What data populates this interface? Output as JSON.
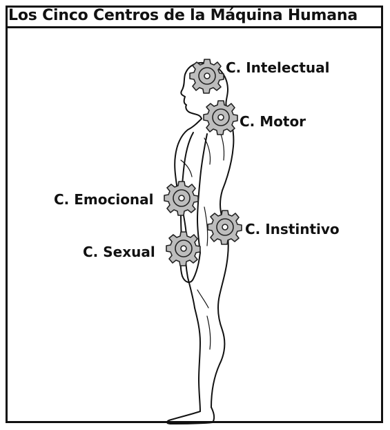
{
  "title": "Los Cinco Centros de la Máquina Humana",
  "centers": [
    {
      "id": "intelectual",
      "label": "C. Intelectual"
    },
    {
      "id": "motor",
      "label": "C. Motor"
    },
    {
      "id": "emocional",
      "label": "C. Emocional"
    },
    {
      "id": "instintivo",
      "label": "C. Instintivo"
    },
    {
      "id": "sexual",
      "label": "C. Sexual"
    }
  ],
  "colors": {
    "gear_fill": "#bdbdbd",
    "gear_stroke": "#222222",
    "line": "#111111",
    "background": "#ffffff"
  }
}
